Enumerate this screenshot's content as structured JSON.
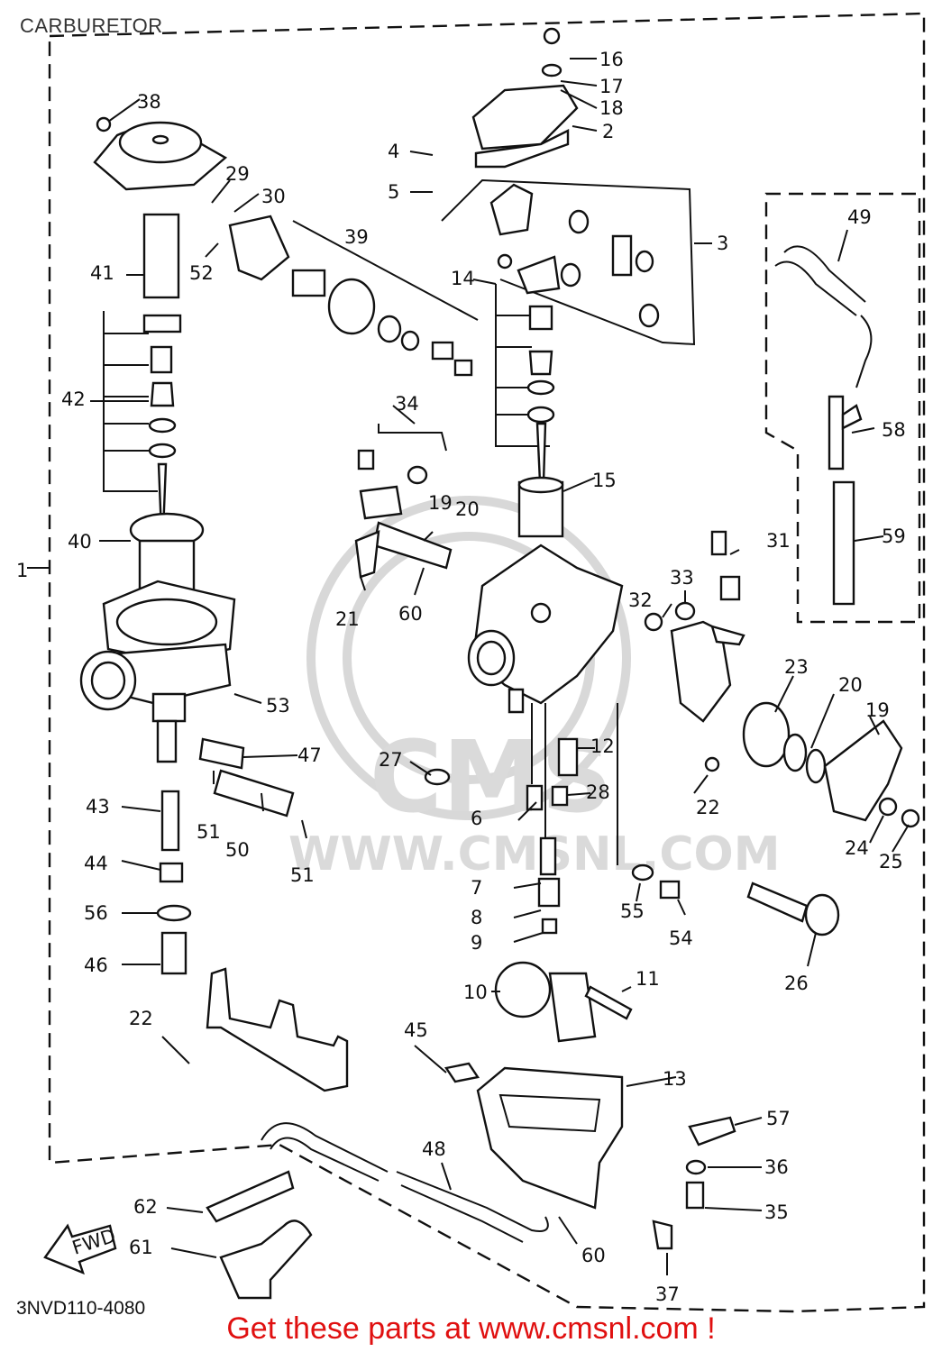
{
  "title": "CARBURETOR",
  "diagram_code": "3NVD110-4080",
  "footer_text": "Get these parts at www.cmsnl.com !",
  "watermark": {
    "brand": "CMS",
    "url": "WWW.CMSNL.COM"
  },
  "direction_arrow": "FWD",
  "part_labels": [
    "1",
    "2",
    "3",
    "4",
    "5",
    "6",
    "7",
    "8",
    "9",
    "10",
    "11",
    "12",
    "13",
    "14",
    "15",
    "16",
    "17",
    "18",
    "19",
    "19",
    "20",
    "20",
    "21",
    "22",
    "22",
    "23",
    "24",
    "25",
    "26",
    "27",
    "28",
    "29",
    "30",
    "31",
    "32",
    "33",
    "34",
    "35",
    "36",
    "37",
    "38",
    "39",
    "40",
    "41",
    "42",
    "43",
    "44",
    "45",
    "46",
    "47",
    "48",
    "49",
    "50",
    "51",
    "51",
    "52",
    "53",
    "54",
    "55",
    "56",
    "57",
    "58",
    "59",
    "60",
    "60",
    "61",
    "62"
  ]
}
